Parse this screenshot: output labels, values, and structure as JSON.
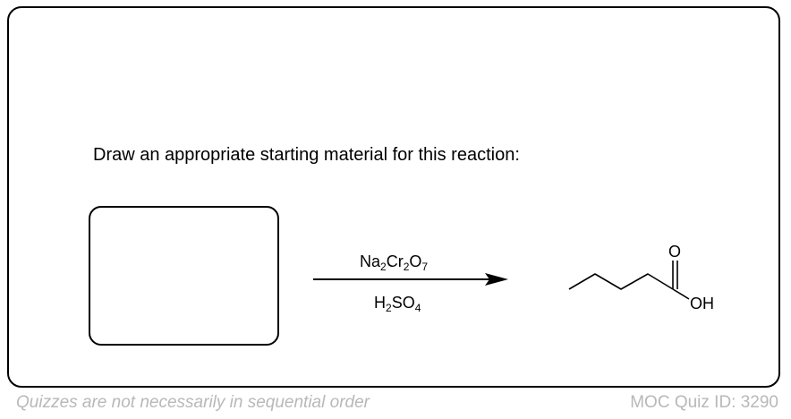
{
  "question": {
    "prompt": "Draw an appropriate starting material for this reaction:"
  },
  "reaction": {
    "reagent_top": {
      "parts": [
        "Na",
        "2",
        "Cr",
        "2",
        "O",
        "7"
      ]
    },
    "reagent_bottom": {
      "parts": [
        "H",
        "2",
        "SO",
        "4"
      ]
    },
    "product": {
      "carbonyl_oxygen_label": "O",
      "hydroxyl_label": "OH"
    }
  },
  "footer": {
    "note": "Quizzes are not necessarily in sequential order",
    "quiz_id": "MOC Quiz ID: 3290"
  }
}
